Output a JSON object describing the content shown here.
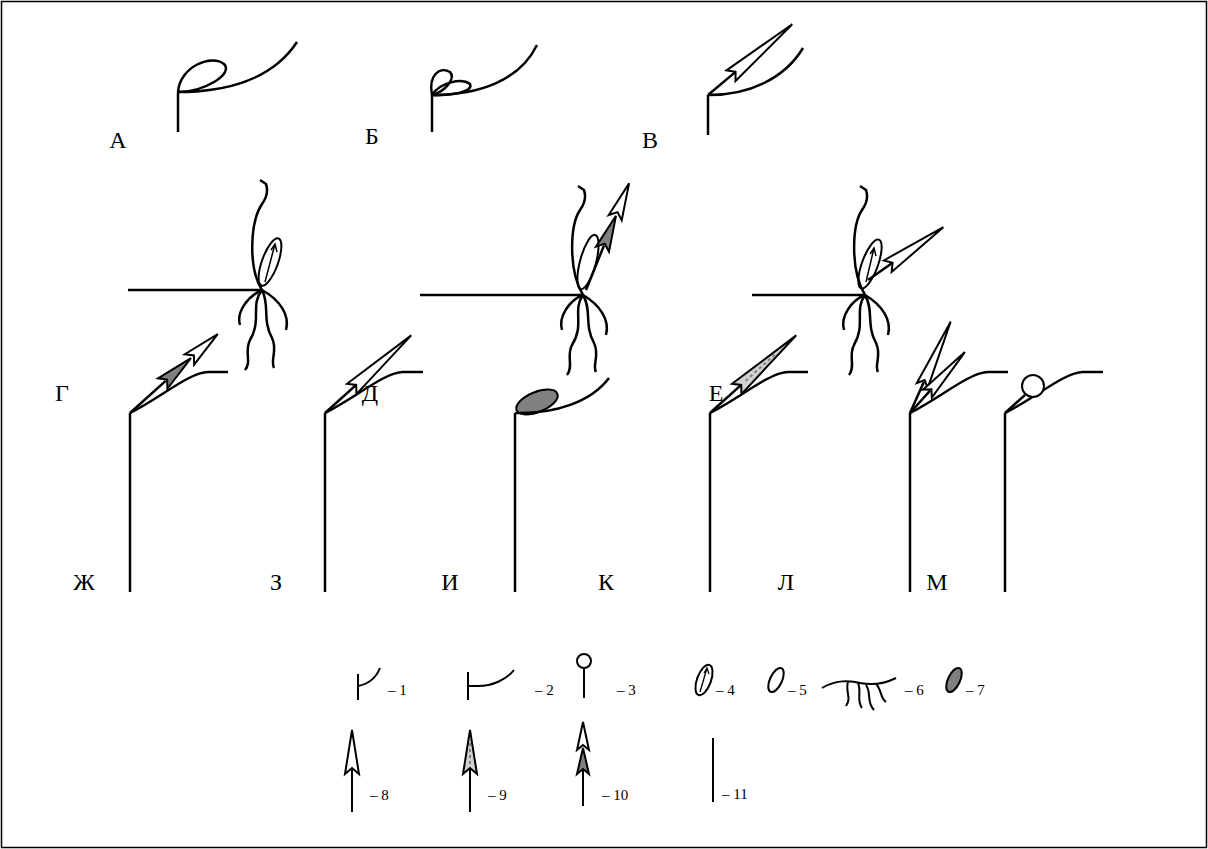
{
  "diagram": {
    "labels": [
      "А",
      "Б",
      "В",
      "Г",
      "Д",
      "Е",
      "Ж",
      "З",
      "И",
      "К",
      "Л",
      "М"
    ],
    "legend": [
      {
        "text": "– 1"
      },
      {
        "text": "– 2"
      },
      {
        "text": "– 3"
      },
      {
        "text": "– 4"
      },
      {
        "text": "– 5"
      },
      {
        "text": "– 6"
      },
      {
        "text": "– 7"
      },
      {
        "text": "– 8"
      },
      {
        "text": "– 9"
      },
      {
        "text": "– 10"
      },
      {
        "text": "– 11"
      }
    ]
  }
}
